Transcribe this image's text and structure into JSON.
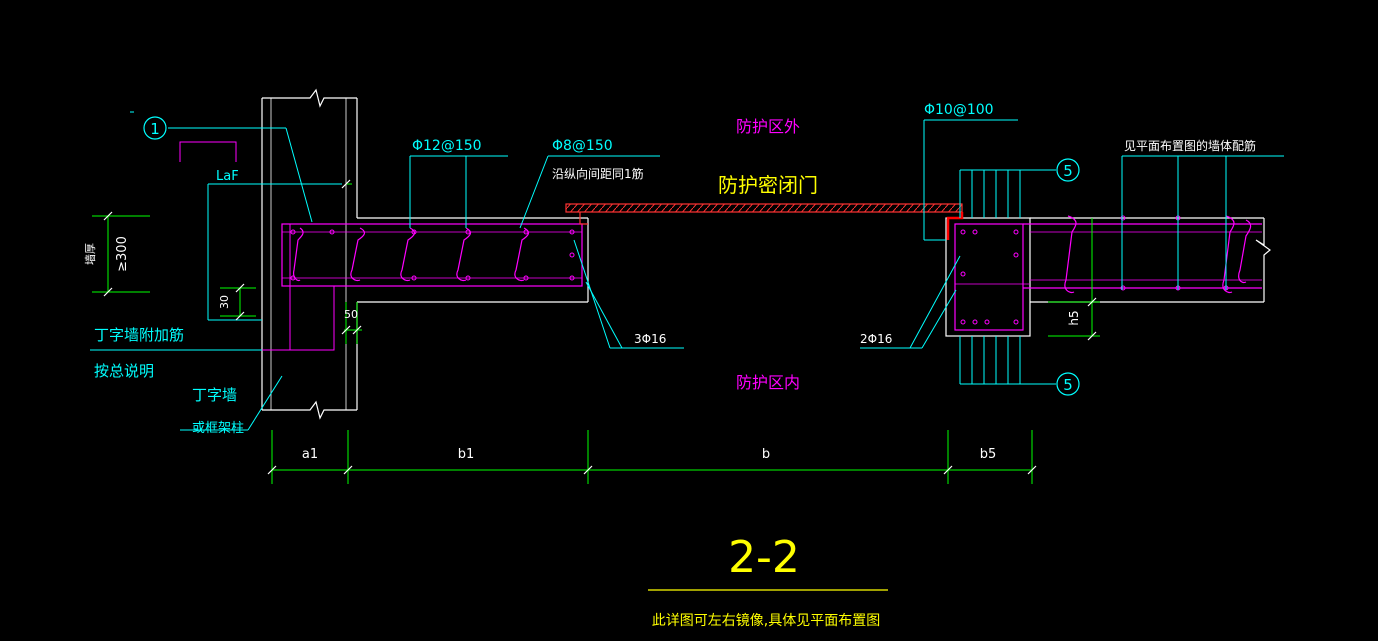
{
  "colors": {
    "background": "#000000",
    "concrete": "#ffffff",
    "rebar": "#ff00ff",
    "annotation": "#00ffff",
    "dimension": "#00ff00",
    "title": "#ffff00",
    "door": "#ff3333"
  },
  "drawing": {
    "title": "2-2",
    "note": "此详图可左右镜像,具体见平面布置图",
    "zone_outside": "防护区外",
    "zone_inside": "防护区内",
    "door_label": "防护密闭门"
  },
  "labels": {
    "marker_1": "1",
    "marker_5_top": "5",
    "marker_5_bottom": "5",
    "laf": "LaF",
    "rebar_phi12": "Φ12@150",
    "rebar_phi8": "Φ8@150",
    "rebar_phi8_note": "沿纵向间距同1筋",
    "rebar_phi10": "Φ10@100",
    "wall_rebar_note": "见平面布置图的墙体配筋",
    "bars_3phi16": "3Φ16",
    "bars_2phi16": "2Φ16",
    "height_note": "墙厚",
    "height_value": "≥300",
    "dim_30": "30",
    "dim_50": "50",
    "t_wall_extra": "丁字墙附加筋",
    "see_general": "按总说明",
    "t_wall": "丁字墙",
    "frame_column": "或框架柱",
    "h5": "h5"
  },
  "dimensions": [
    "a1",
    "b1",
    "b",
    "b5"
  ]
}
